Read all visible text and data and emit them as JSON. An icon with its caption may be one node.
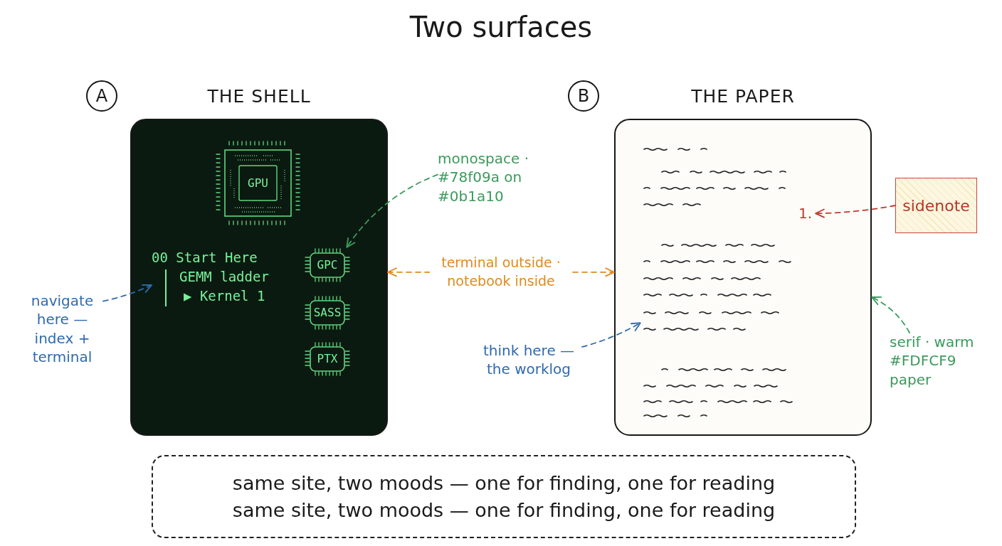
{
  "diagram": {
    "title": "Two surfaces",
    "nodes": [
      {
        "text": [
          "A"
        ]
      },
      {
        "text": [
          "THE SHELL"
        ]
      },
      {
        "text": [
          "GPU"
        ],
        "in": 1
      },
      {
        "text": [
          "00 Start Here",
          "GEMM ladder",
          "▶ Kernel 1"
        ],
        "in": 1
      },
      {
        "text": [
          "GPC"
        ],
        "in": 1
      },
      {
        "text": [
          "SASS"
        ],
        "in": 1
      },
      {
        "text": [
          "PTX"
        ],
        "in": 1
      },
      {
        "text": [
          "monospace · #78f09a on #0b1a10"
        ]
      },
      {
        "text": [
          "navigate here — index + terminal"
        ]
      },
      {
        "text": [
          "B"
        ]
      },
      {
        "text": [
          "THE PAPER"
        ]
      },
      {
        "text": [],
        "shape": "picture",
        "in": 10
      },
      {
        "text": [
          "1."
        ],
        "in": 10
      },
      {
        "text": [
          "sidenote"
        ]
      },
      {
        "text": [
          "think here — the worklog"
        ]
      },
      {
        "text": [
          "serif · warm #FDFCF9 paper"
        ]
      },
      {
        "text": [
          "same site, two moods — one for finding, one for reading",
          "same site, two moods — one for finding, one for reading"
        ]
      }
    ],
    "edges": [
      {
        "from": 7,
        "to": 4,
        "arrow": "to",
        "style": "dashed",
        "color": "#3a9a5c"
      },
      {
        "from": 8,
        "to": 3,
        "arrow": "to",
        "style": "dashed",
        "color": "#2f6aad"
      },
      {
        "from": 1,
        "to": 10,
        "arrow": "both",
        "label": "terminal outside · notebook inside",
        "style": "dashed",
        "color": "#e08a1c"
      },
      {
        "from": 14,
        "to": 11,
        "arrow": "to",
        "style": "dashed",
        "color": "#2f6aad"
      },
      {
        "from": 13,
        "to": 12,
        "arrow": "to",
        "style": "dashed",
        "color": "#c0392b"
      },
      {
        "from": 15,
        "to": 10,
        "arrow": "to",
        "style": "dashed",
        "color": "#3a9a5c"
      }
    ]
  }
}
